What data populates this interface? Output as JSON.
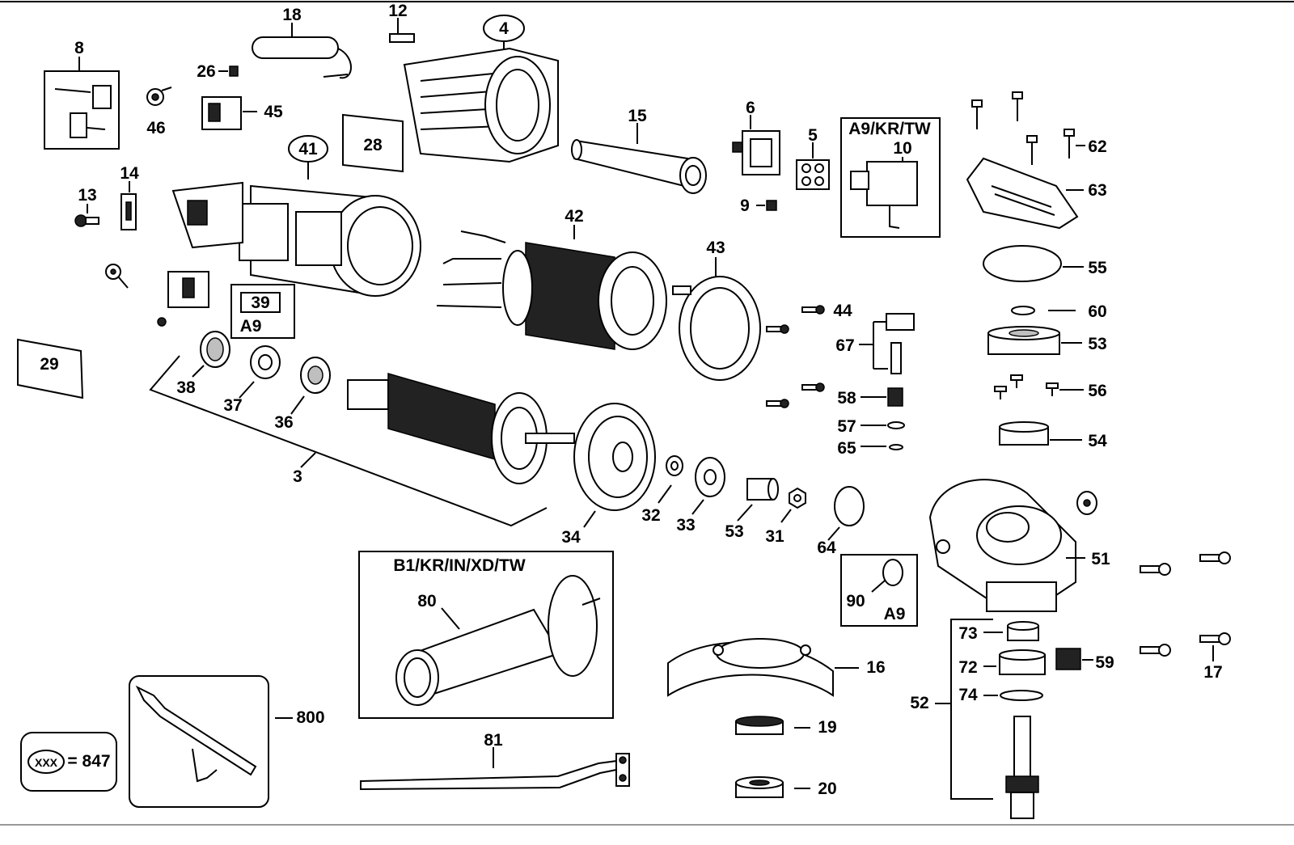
{
  "diagram": {
    "labels": {
      "p3": "3",
      "p4": "4",
      "p5": "5",
      "p6": "6",
      "p8": "8",
      "p9": "9",
      "p10": "10",
      "p12": "12",
      "p13": "13",
      "p14": "14",
      "p15": "15",
      "p16": "16",
      "p17": "17",
      "p18": "18",
      "p19": "19",
      "p20": "20",
      "p26": "26",
      "p28": "28",
      "p29": "29",
      "p31": "31",
      "p32": "32",
      "p33": "33",
      "p34": "34",
      "p36": "36",
      "p37": "37",
      "p38": "38",
      "p39": "39",
      "p41": "41",
      "p42": "42",
      "p43": "43",
      "p44": "44",
      "p45": "45",
      "p46": "46",
      "p51": "51",
      "p52": "52",
      "p53a": "53",
      "p53b": "53",
      "p54": "54",
      "p55": "55",
      "p56": "56",
      "p57": "57",
      "p58": "58",
      "p59": "59",
      "p60": "60",
      "p62": "62",
      "p63": "63",
      "p64": "64",
      "p65": "65",
      "p67": "67",
      "p72": "72",
      "p73": "73",
      "p74": "74",
      "p80": "80",
      "p81": "81",
      "p90": "90",
      "p800": "800"
    },
    "boxes": {
      "switch_box_title": "A9/KR/TW",
      "a9_label_39": "A9",
      "a9_label_90": "A9",
      "handle_box_title": "B1/KR/IN/XD/TW"
    },
    "legend": {
      "symbol": "XXX",
      "text": "= 847"
    }
  }
}
